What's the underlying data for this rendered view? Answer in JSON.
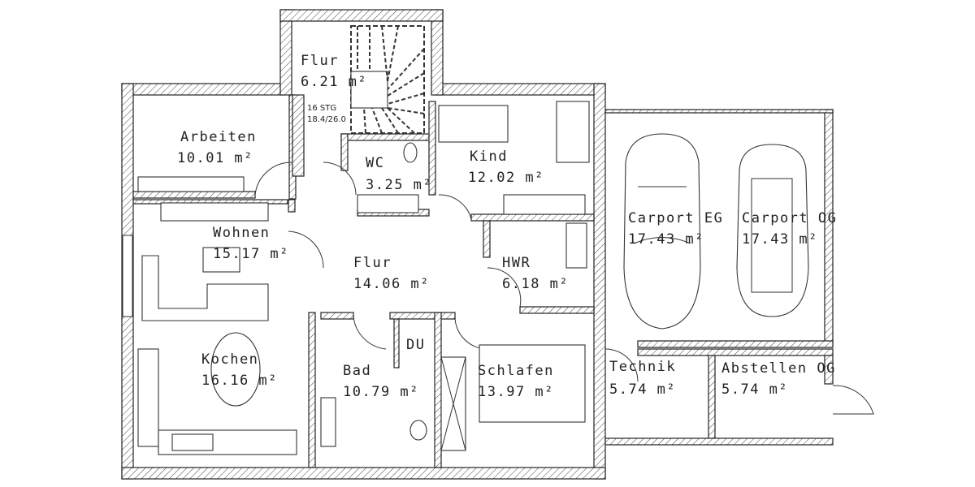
{
  "rooms": {
    "flur_upper": {
      "name": "Flur",
      "area": "6.21 m²"
    },
    "stairs": {
      "steps": "16 STG",
      "ratio": "18.4/26.0"
    },
    "arbeiten": {
      "name": "Arbeiten",
      "area": "10.01 m²"
    },
    "wc": {
      "name": "WC",
      "area": "3.25 m²"
    },
    "kind": {
      "name": "Kind",
      "area": "12.02 m²"
    },
    "wohnen": {
      "name": "Wohnen",
      "area": "15.17 m²"
    },
    "flur": {
      "name": "Flur",
      "area": "14.06 m²"
    },
    "hwr": {
      "name": "HWR",
      "area": "6.18 m²"
    },
    "carport_eg": {
      "name": "Carport EG",
      "area": "17.43 m²"
    },
    "carport_og": {
      "name": "Carport OG",
      "area": "17.43 m²"
    },
    "kochen": {
      "name": "Kochen",
      "area": "16.16 m²"
    },
    "bad": {
      "name": "Bad",
      "area": "10.79 m²"
    },
    "du": {
      "name": "DU"
    },
    "schlafen": {
      "name": "Schlafen",
      "area": "13.97 m²"
    },
    "technik": {
      "name": "Technik",
      "area": "5.74 m²"
    },
    "abstellen": {
      "name": "Abstellen OG",
      "area": "5.74 m²"
    }
  }
}
